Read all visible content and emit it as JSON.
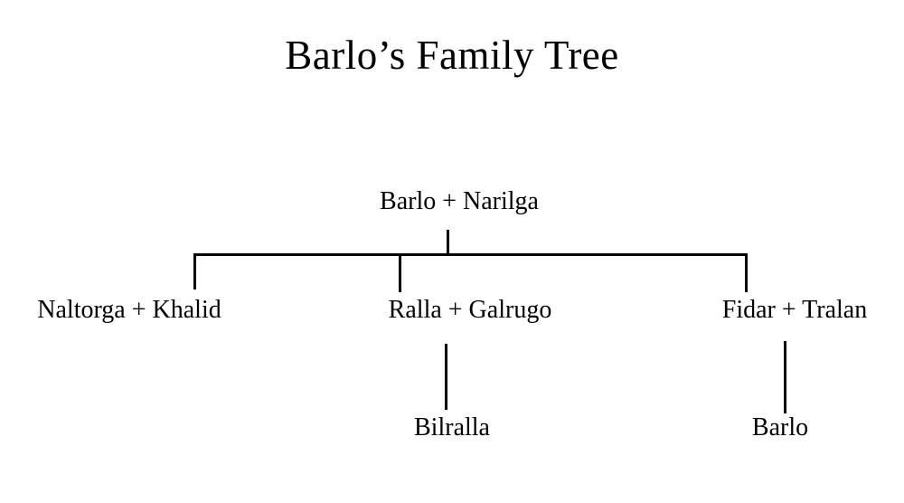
{
  "title": "Barlo’s Family Tree",
  "tree": {
    "root_couple": {
      "label": "Barlo + Narilga"
    },
    "children": [
      {
        "label": "Naltorga + Khalid"
      },
      {
        "label": "Ralla + Galrugo",
        "child": "Bilralla"
      },
      {
        "label": "Fidar + Tralan",
        "child": "Barlo"
      }
    ]
  },
  "colors": {
    "background": "#ffffff",
    "text": "#000000",
    "line": "#000000"
  }
}
